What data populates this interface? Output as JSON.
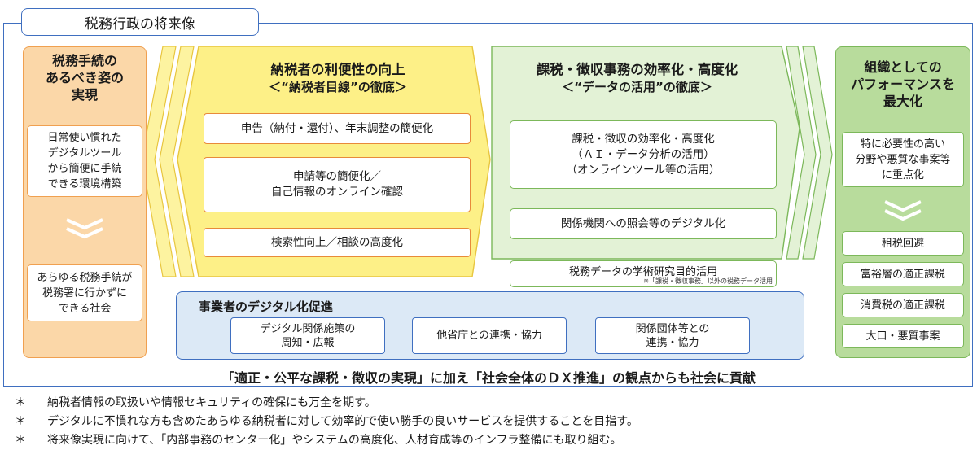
{
  "header": {
    "title": "税務行政の将来像"
  },
  "left_column": {
    "heading": [
      "税務手続の",
      "あるべき姿の",
      "実現"
    ],
    "box1": [
      "日常使い慣れた",
      "デジタルツール",
      "から簡便に手続",
      "できる環境構築"
    ],
    "box2": [
      "あらゆる税務手続が",
      "税務署に行かずに",
      "できる社会"
    ]
  },
  "center_left": {
    "heading": "納税者の利便性の向上",
    "subheading": "＜“納税者目線”の徹底＞",
    "items": [
      [
        "申告（納付・還付）、年末調整の簡便化"
      ],
      [
        "申請等の簡便化／",
        "自己情報のオンライン確認"
      ],
      [
        "検索性向上／相談の高度化"
      ]
    ]
  },
  "center_right": {
    "heading": "課税・徴収事務の効率化・高度化",
    "subheading": "＜“データの活用”の徹底＞",
    "items": [
      [
        "課税・徴収の効率化・高度化",
        "（ＡＩ・データ分析の活用）",
        "（オンラインツール等の活用）"
      ],
      [
        "関係機関への照会等のデジタル化"
      ]
    ],
    "research_box": "税務データの学術研究目的活用",
    "research_note": "※「課税・徴収事務」以外の税務データ活用"
  },
  "business": {
    "heading": "事業者のデジタル化促進",
    "items": [
      [
        "デジタル関係施策の",
        "周知・広報"
      ],
      [
        "他省庁との連携・協力"
      ],
      [
        "関係団体等との",
        "連携・協力"
      ]
    ]
  },
  "right_column": {
    "heading": [
      "組織としての",
      "パフォーマンスを",
      "最大化"
    ],
    "box1": [
      "特に必要性の高い",
      "分野や悪質な事案等",
      "に重点化"
    ],
    "items": [
      "租税回避",
      "富裕層の適正課税",
      "消費税の適正課税",
      "大口・悪質事案"
    ]
  },
  "bottom_statement": "「適正・公平な課税・徴収の実現」に加え「社会全体のＤＸ推進」の観点からも社会に貢献",
  "notes": [
    {
      "mark": "＊",
      "text": "納税者情報の取扱いや情報セキュリティの確保にも万全を期す。"
    },
    {
      "mark": "＊",
      "text": "デジタルに不慣れな方も含めたあらゆる納税者に対して効率的で使い勝手の良いサービスを提供することを目指す。"
    },
    {
      "mark": "＊",
      "text": "将来像実現に向けて、「内部事務のセンター化」やシステムの高度化、人材育成等のインフラ整備にも取り組む。"
    }
  ],
  "colors": {
    "border_blue": "#3f6fc0",
    "orange_fill": "#fbd7a8",
    "yellow_fill": "#fdf087",
    "green_fill": "#e3f2d6",
    "right_green_fill": "#b8dc9c",
    "blue_fill": "#dce9f6"
  },
  "icons": {
    "left_arrow": "double-chevron-down-icon",
    "right_arrow": "double-chevron-down-icon"
  }
}
